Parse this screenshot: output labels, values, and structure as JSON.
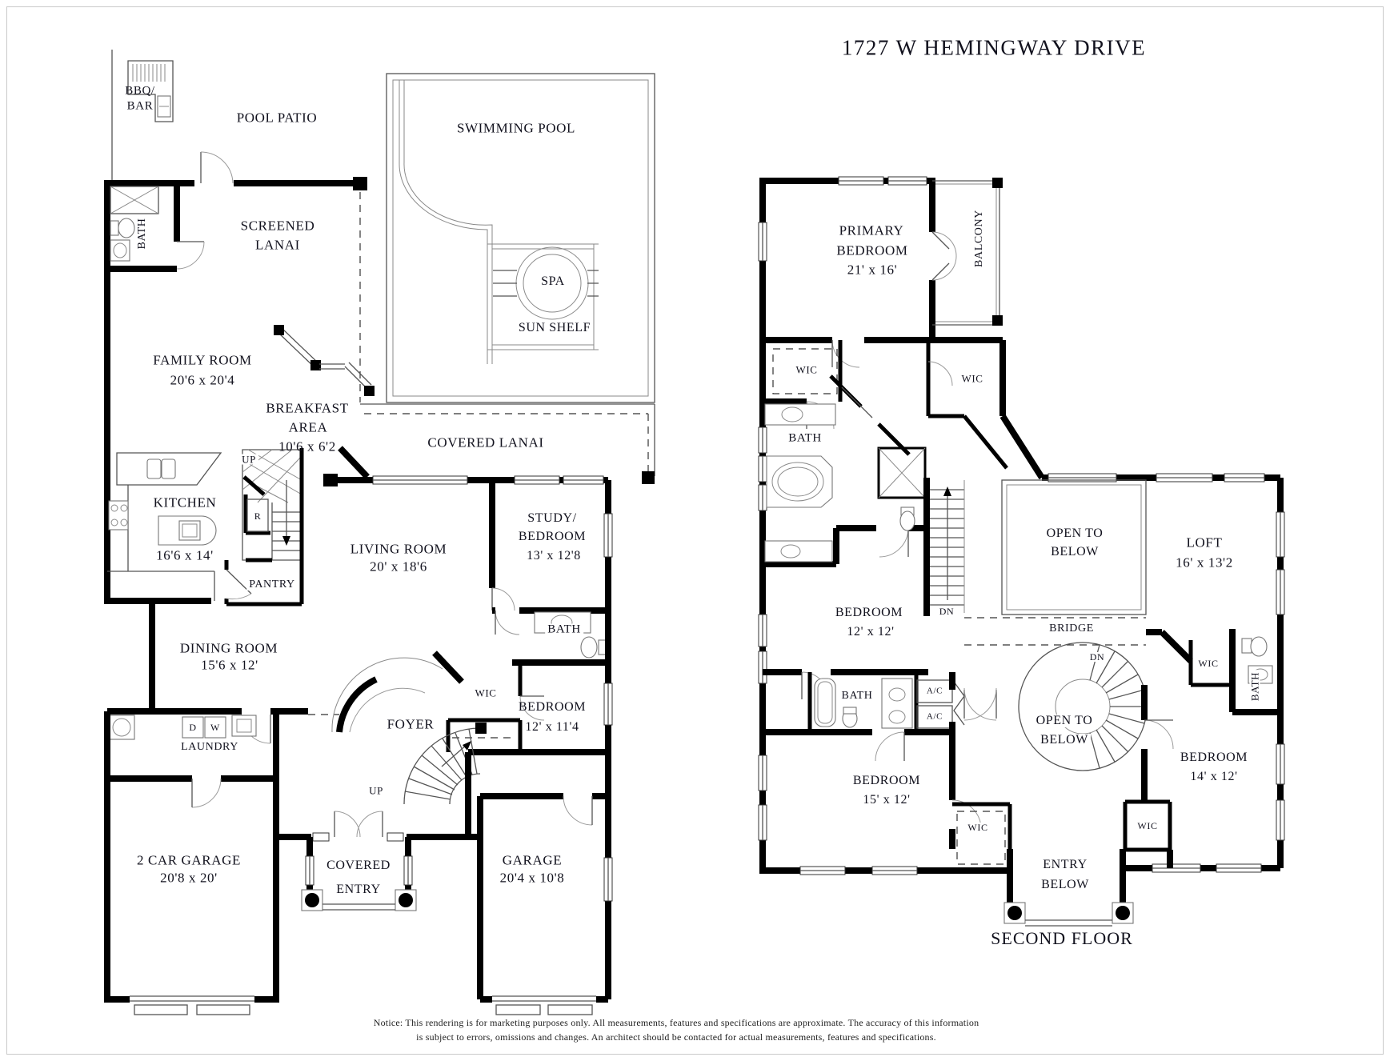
{
  "page": {
    "title": "1727 W HEMINGWAY DRIVE",
    "floor2_caption": "SECOND FLOOR",
    "notice_line1": "Notice: This rendering is for marketing purposes only. All measurements, features and specifications are approximate. The accuracy of this information",
    "notice_line2": "is subject to errors, omissions and changes. An architect should be contacted for actual measurements, features and specifications."
  },
  "floor1": {
    "pool_patio": "POOL PATIO",
    "bbq_line1": "BBQ/",
    "bbq_line2": "BAR",
    "swimming_pool": "SWIMMING POOL",
    "spa": "SPA",
    "sun_shelf": "SUN SHELF",
    "screened_lanai_line1": "SCREENED",
    "screened_lanai_line2": "LANAI",
    "bath_lanai": "BATH",
    "family_room": "FAMILY ROOM",
    "family_room_dims": "20'6 x 20'4",
    "breakfast_line1": "BREAKFAST",
    "breakfast_line2": "AREA",
    "breakfast_dims": "10'6 x 6'2",
    "covered_lanai": "COVERED LANAI",
    "up_kitchen": "UP",
    "kitchen": "KITCHEN",
    "kitchen_dims": "16'6 x 14'",
    "fridge": "R",
    "pantry": "PANTRY",
    "living_room": "LIVING ROOM",
    "living_room_dims": "20' x 18'6",
    "study_line1": "STUDY/",
    "study_line2": "BEDROOM",
    "study_dims": "13' x 12'8",
    "bath_hall": "BATH",
    "dining_room": "DINING ROOM",
    "dining_room_dims": "15'6 x 12'",
    "wic": "WIC",
    "bedroom": "BEDROOM",
    "bedroom_dims": "12' x 11'4",
    "foyer": "FOYER",
    "dryer": "D",
    "washer": "W",
    "laundry": "LAUNDRY",
    "up_foyer": "UP",
    "two_car_garage": "2 CAR GARAGE",
    "two_car_garage_dims": "20'8 x 20'",
    "covered_entry_line1": "COVERED",
    "covered_entry_line2": "ENTRY",
    "garage": "GARAGE",
    "garage_dims": "20'4 x 10'8"
  },
  "floor2": {
    "primary_line1": "PRIMARY",
    "primary_line2": "BEDROOM",
    "primary_dims": "21' x 16'",
    "balcony": "BALCONY",
    "wic_left": "WIC",
    "wic_right": "WIC",
    "bath_primary": "BATH",
    "open_below1_line1": "OPEN TO",
    "open_below1_line2": "BELOW",
    "loft": "LOFT",
    "loft_dims": "16' x 13'2",
    "bridge": "BRIDGE",
    "dn_stairs": "DN",
    "bedroom2": "BEDROOM",
    "bedroom2_dims": "12' x 12'",
    "bath_mid": "BATH",
    "ac_upper": "A/C",
    "ac_lower": "A/C",
    "dn_spiral": "DN",
    "wic_loft": "WIC",
    "bath_right": "BATH",
    "open_below2_line1": "OPEN TO",
    "open_below2_line2": "BELOW",
    "bedroom3": "BEDROOM",
    "bedroom3_dims": "15' x 12'",
    "wic_hall": "WIC",
    "wic_bed4": "WIC",
    "bedroom4": "BEDROOM",
    "bedroom4_dims": "14' x 12'",
    "entry_below_line1": "ENTRY",
    "entry_below_line2": "BELOW"
  }
}
